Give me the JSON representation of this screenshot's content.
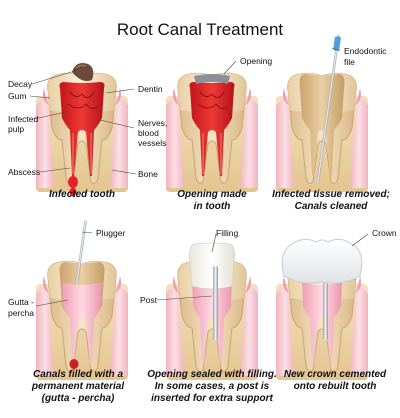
{
  "title": "Root Canal Treatment",
  "labels": {
    "decay": "Decay",
    "gum": "Gum",
    "infected_pulp_1": "Infected",
    "infected_pulp_2": "pulp",
    "abscess": "Abscess",
    "dentin": "Dentin",
    "nerves_1": "Nerves,",
    "nerves_2": "blood",
    "nerves_3": "vessels",
    "bone": "Bone",
    "opening": "Opening",
    "file_1": "Endodontic",
    "file_2": "file",
    "plugger": "Plugger",
    "gutta_1": "Gutta -",
    "gutta_2": "percha",
    "filling": "Filling",
    "post": "Post",
    "crown": "Crown"
  },
  "captions": [
    {
      "line1": "Infected tooth",
      "line2": "",
      "line3": ""
    },
    {
      "line1": "Opening made",
      "line2": "in tooth",
      "line3": ""
    },
    {
      "line1": "Infected tissue removed;",
      "line2": "Canals cleaned",
      "line3": ""
    },
    {
      "line1": "Canals filled with a",
      "line2": "permanent material",
      "line3": "(gutta - percha)"
    },
    {
      "line1": "Opening sealed with filling.",
      "line2": "In some cases, a post is",
      "line3": "inserted for extra support"
    },
    {
      "line1": "New crown cemented",
      "line2": "onto rebuilt tooth",
      "line3": ""
    }
  ]
}
